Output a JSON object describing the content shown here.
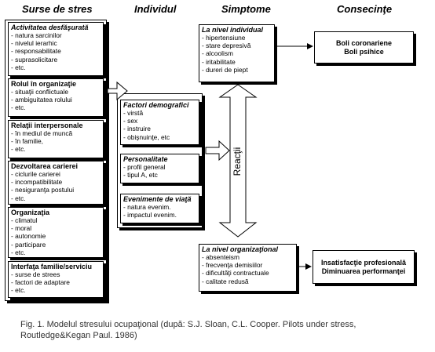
{
  "headers": {
    "sources": "Surse de stres",
    "individual": "Individul",
    "symptoms": "Simptome",
    "consequences": "Consecinţe"
  },
  "sources": [
    {
      "title": "Activitatea desfăşurată",
      "italic": true,
      "items": [
        "natura sarcinilor",
        "nivelul ierarhic",
        "responsabilitate",
        "suprasolicitare",
        "etc."
      ]
    },
    {
      "title": "Rolul în organizaţie",
      "italic": false,
      "items": [
        "situaţii conflictuale",
        "ambiguitatea rolului",
        "etc."
      ]
    },
    {
      "title": "Relaţii interpersonale",
      "italic": false,
      "items": [
        "în mediul de muncă",
        "în familie,",
        "etc."
      ]
    },
    {
      "title": "Dezvoltarea carierei",
      "italic": false,
      "items": [
        "ciclurile carierei",
        "incompatibilitate",
        "nesiguranţa postului",
        "etc."
      ]
    },
    {
      "title": "Organizaţia",
      "italic": false,
      "items": [
        "climatul",
        "moral",
        "autonomie",
        "participare",
        "etc."
      ]
    },
    {
      "title": "Interfaţa familie/serviciu",
      "italic": false,
      "items": [
        "surse de strees",
        "factori de adaptare",
        "etc."
      ]
    }
  ],
  "individual": [
    {
      "title": "Factori demografici",
      "items": [
        "virstă",
        "sex",
        "instruire",
        "obişnuinţe, etc"
      ]
    },
    {
      "title": "Personalitate",
      "items": [
        "profil general",
        "tipul A, etc"
      ]
    },
    {
      "title": "Evenimente de viaţă",
      "items": [
        "natura evenim.",
        "impactul evenim."
      ]
    }
  ],
  "symptoms": {
    "individual": {
      "title": "La nivel individual",
      "items": [
        "hipertensiune",
        "stare depresivă",
        "alcoolism",
        "iritabilitate",
        "dureri de piept"
      ]
    },
    "organizational": {
      "title": "La nivel organizaţional",
      "items": [
        "absenteism",
        "frecvenţa demisiilor",
        "dificultăţi contractuale",
        "calitate redusă"
      ]
    }
  },
  "reaction_label": "Reacţii",
  "consequences": {
    "individual": [
      "Boli coronariene",
      "Boli psihice"
    ],
    "organizational": [
      "Insatisfacţie profesională",
      "Diminuarea performanţei"
    ]
  },
  "caption": {
    "line1": "Fig. 1. Modelul stresului ocupaţional (după: S.J. Sloan, C.L. Cooper. Pilots under stress,",
    "line2": "Routledge&Kegan Paul. 1986)"
  }
}
